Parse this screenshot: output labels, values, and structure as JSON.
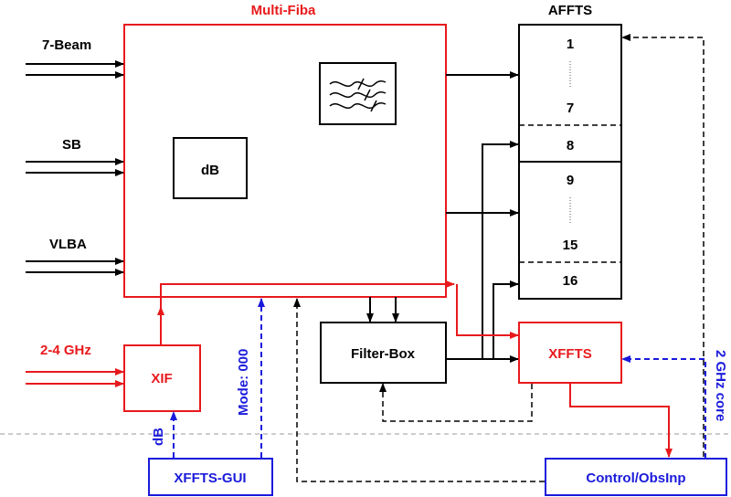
{
  "colors": {
    "black": "#000000",
    "red": "#e8191c",
    "blue": "#1a1adb",
    "separator": "#9a9a9a"
  },
  "labels": {
    "multi_fiba": "Multi-Fiba",
    "afft_title": "AFFTS",
    "beam7": "7-Beam",
    "sb": "SB",
    "vlba": "VLBA",
    "ghz24": "2-4 GHz",
    "mode": "Mode: 000",
    "db_blue": "dB",
    "ghz_core": "2 GHz core"
  },
  "blocks": {
    "db_box": "dB",
    "filter_box": "Filter-Box",
    "xif": "XIF",
    "xffts": "XFFTS",
    "xffts_gui": "XFFTS-GUI",
    "control": "Control/ObsInp"
  },
  "afft_rows": {
    "r1": "1",
    "r7": "7",
    "r8": "8",
    "r9": "9",
    "r15": "15",
    "r16": "16"
  },
  "icons": {
    "filter_symbol": "filter-waves-icon"
  }
}
